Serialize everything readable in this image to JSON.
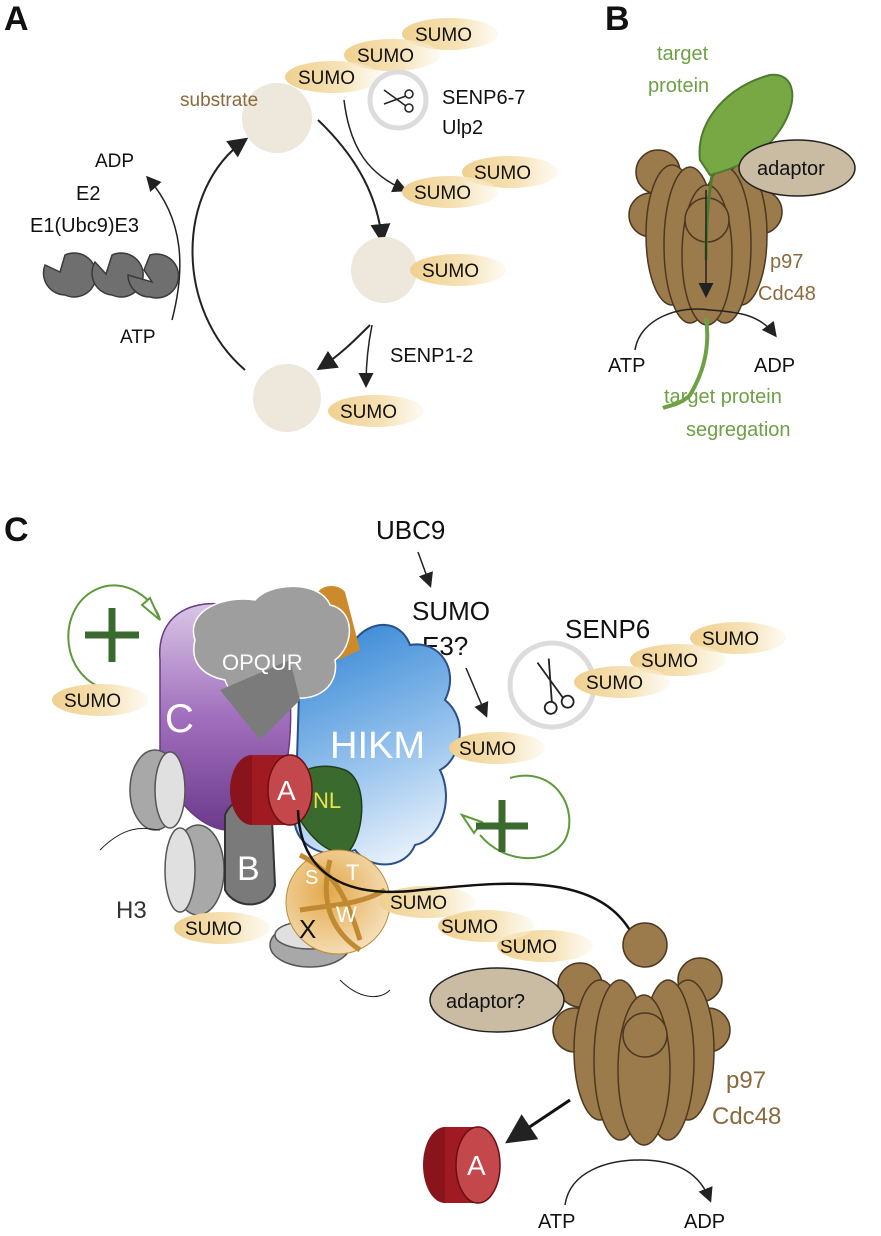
{
  "panels": {
    "a": "A",
    "b": "B",
    "c": "C"
  },
  "panel_a": {
    "substrate": "substrate",
    "sumo": "SUMO",
    "senp67": "SENP6-7",
    "ulp2": "Ulp2",
    "senp12": "SENP1-2",
    "adp": "ADP",
    "atp": "ATP",
    "e2": "E2",
    "e1e3": "E1(Ubc9)E3"
  },
  "panel_b": {
    "target_protein_1": "target",
    "target_protein_2": "protein",
    "adaptor": "adaptor",
    "p97": "p97",
    "cdc48": "Cdc48",
    "atp": "ATP",
    "adp": "ADP",
    "segregation_1": "target protein",
    "segregation_2": "segregation"
  },
  "panel_c": {
    "ubc9": "UBC9",
    "sumo_e3_1": "SUMO",
    "sumo_e3_2": "E3?",
    "senp6": "SENP6",
    "sumo": "SUMO",
    "opqur": "OPQUR",
    "c": "C",
    "hikm": "HIKM",
    "a": "A",
    "nl": "NL",
    "b": "B",
    "s": "S",
    "t": "T",
    "w": "W",
    "x": "X",
    "h3": "H3",
    "adaptor": "adaptor?",
    "p97": "p97",
    "cdc48": "Cdc48",
    "atp": "ATP",
    "adp": "ADP"
  },
  "colors": {
    "sumo_fill": "#f3dba5",
    "p97_brown": "#9b7a4c",
    "green": "#6ea145",
    "dark_green": "#3b6a2e",
    "purple": "#8f5ba8",
    "blue": "#5ea1e0",
    "red": "#a01a22",
    "orange": "#d69a3a",
    "gray": "#7a7a7a"
  }
}
